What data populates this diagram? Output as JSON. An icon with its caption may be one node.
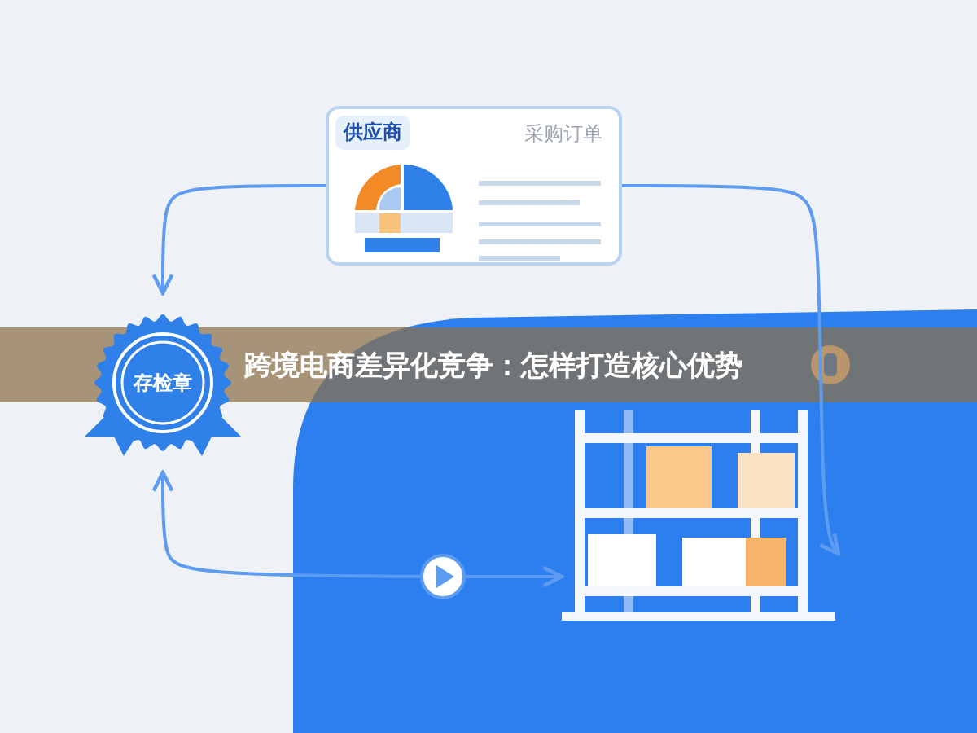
{
  "diagram": {
    "title": "跨境电商差异化竞争：怎样打造核心优势",
    "nodes": [
      {
        "text": [
          "供应商",
          "采购订单"
        ]
      },
      {
        "text": [
          "存检章"
        ]
      },
      {
        "text": [],
        "shape": "picture"
      }
    ],
    "edges": [
      {
        "from": 0,
        "to": 1,
        "arrow": "to"
      },
      {
        "from": 0,
        "to": 2,
        "arrow": "to"
      },
      {
        "from": 1,
        "to": 2,
        "arrow": "both"
      }
    ]
  }
}
